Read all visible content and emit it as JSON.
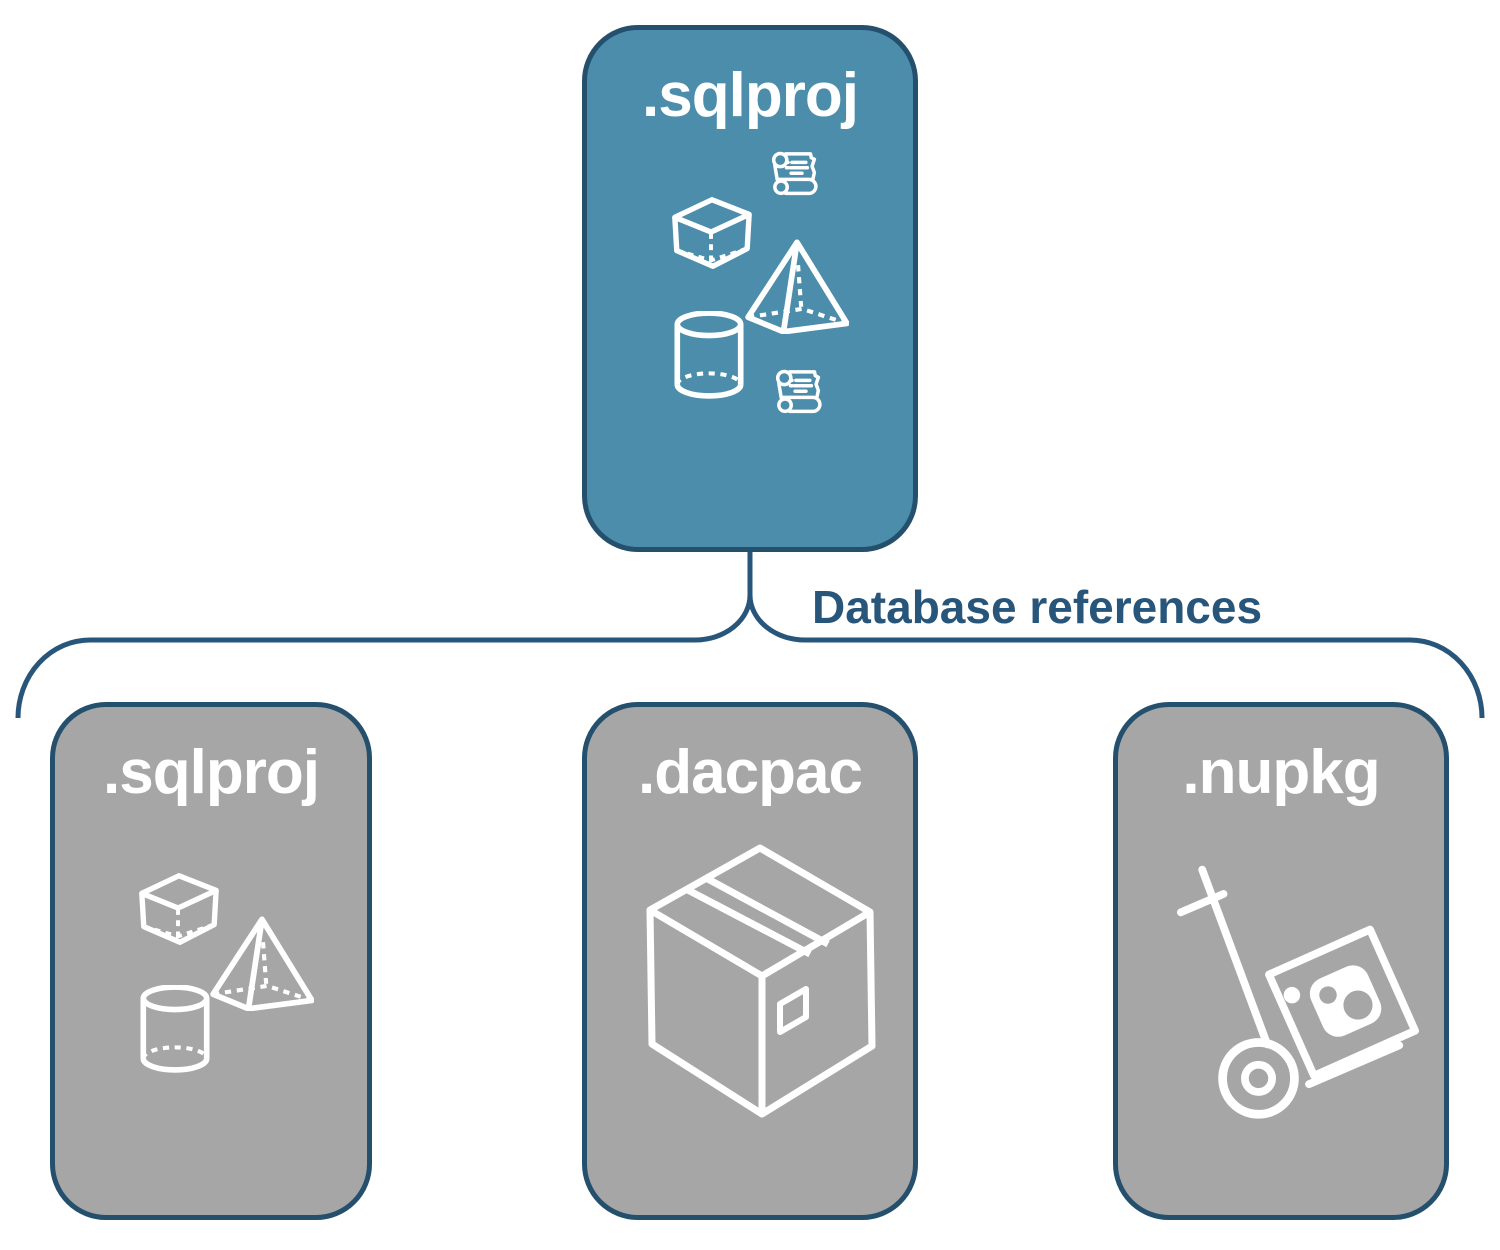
{
  "diagram": {
    "root": {
      "label": ".sqlproj",
      "icons": [
        "scroll-icon",
        "cube-icon",
        "pyramid-icon",
        "cylinder-icon",
        "scroll-icon"
      ]
    },
    "connector_label": "Database references",
    "children": [
      {
        "label": ".sqlproj",
        "icons": [
          "cube-icon",
          "pyramid-icon",
          "cylinder-icon"
        ]
      },
      {
        "label": ".dacpac",
        "icons": [
          "package-box-icon"
        ]
      },
      {
        "label": ".nupkg",
        "icons": [
          "nuget-hand-truck-icon"
        ]
      }
    ],
    "colors": {
      "root_fill": "#4B8DAB",
      "child_fill": "#A6A6A6",
      "outline": "#24506E",
      "label_text": "#28567B",
      "icon_stroke": "#FFFFFF"
    }
  }
}
